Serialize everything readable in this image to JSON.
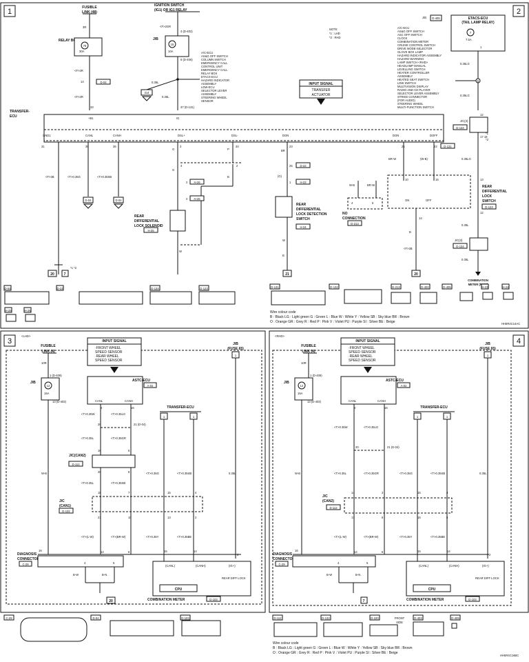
{
  "panels": {
    "p1": "1",
    "p2": "2",
    "p3": "3",
    "p4": "4"
  },
  "legend": {
    "title": "Wire colour code",
    "line1": "B : Black   LG : Light green   G : Green   L : Blue   W : White   Y : Yellow   SB : Sky blue   BR : Brown",
    "line2": "O : Orange   GR : Grey   R : Red   P : Pink   V : Violet   PU : Purple   SI : Silver   BE : Beige"
  },
  "top": {
    "fusible_link": "FUSIBLE",
    "fusible_link_id": "LINK (48)",
    "wire_3r": "3R",
    "relay_box": "RELAY BOX",
    "relay_fuse_no": "79",
    "relay_fuse_amp": "30A",
    "f2r_a": "<F>2R",
    "pin14": "14",
    "conn_d04": "D-04",
    "f2r_b": "<F>2R",
    "pin33": "33",
    "ignition_switch": "IGNITION SWITCH",
    "ignition_switch_sub": "(IG1) OR IG1 RELAY",
    "f2gr": "<F>2GR",
    "pin4_d402": "4 (D-402)",
    "jb": "J/B",
    "jb_fuse_no": "15",
    "jb_fuse_amp": "10A",
    "pin6_d406": "6 (D-406)",
    "wire_035l": "0.35L",
    "ground_314": "314",
    "wire_035l_b": "0.35L",
    "pin37_d131": "37 (D-131)",
    "ig_list": [
      "A/C-ECU",
      "AS&G OFF SWITCH",
      "COLUMN SWITCH",
      "EMERGENCY CALL",
      "CONTROL UNIT",
      "EMERGENCY CALL",
      "RELAY BOX",
      "ETACS-ECU",
      "HAZARD INDICATOR",
      "ASSEMBLY",
      "LDW-ECU",
      "SELECTOR LEVER",
      "ASSEMBLY",
      "STEERING WHEEL",
      "SENSOR",
      ""
    ],
    "note": {
      "title": "NOTE",
      "lhd": "*1 : LHD",
      "rhd": "*2 : RHD"
    },
    "input_signal": "INPUT SIGNAL",
    "transfer": "TRANSFER",
    "actuator": "ACTUATOR",
    "jb_r": "J/B",
    "conn_d405": "D-405",
    "etacs": "ETACS-ECU",
    "tail_lamp_relay": "(TAIL LAMP RELAY)",
    "etacs_fuse_no": "7",
    "etacs_fuse_amp": "7.5A",
    "pin1": "1",
    "wire_035lg": "0.35LG",
    "splice_5": "5",
    "wire_035lg_b": "0.35LG",
    "tail_list": [
      "A/C-ECU",
      "AS&G OFF SWITCH",
      "ASC OFF SWITCH",
      "CLOCK",
      "COMBINATION METER",
      "CRUISE CONTROL SWITCH",
      "DRIVE MODE-SELECTOR",
      "GLOVE BOX LAMP",
      "HAZARD INDICATOR ASSEMBLY",
      "HAZARD WARNING",
      "LAMP SWITCH <RHD>",
      "HEADLAMP MANUAL",
      "LEVELLING SWITCH",
      "HEATER CONTROLLER",
      "ASSEMBLY",
      "HEATED SEAT SWITCH",
      "LDW SWITCH",
      "MULTIVISION DISPLAY",
      "RADIO AND CD PLAYER",
      "SELECTOR LEVER ASSEMBLY",
      "STRIKE CONNECTOR",
      "(FOR AUDIO)",
      "STEERING WHEEL",
      "MULTI-FUNCTION SWITCH",
      ""
    ],
    "pin12": "12",
    "jc3": "J/C(3)",
    "conn_d134": "D-134",
    "pin17_19": "17  19",
    "note1": "*1",
    "note2": "*2",
    "wire_035lg_c": "0.35LG",
    "transfer_ecu": "TRANSFER-",
    "ecu": "ECU",
    "pin_b1": "+B1",
    "pin_ig": "IG",
    "ecu_pins": {
      "gnd": "GND1",
      "canl": "CANL",
      "canh": "CANH",
      "dsl_plus": "DSL+",
      "dsl_minus": "DSL-",
      "don": "DON",
      "don2": "DON",
      "doff": "DOFF"
    },
    "pin31": "31",
    "pin35": "35",
    "pin36": "36",
    "pin3": "3",
    "pin34": "34",
    "pin23": "23",
    "pin21": "21",
    "pin22": "22",
    "conn_d131": "D-131",
    "wire_f2b": "<F>2B",
    "wire_t035g": "<T>0.35G",
    "conn_d04b": "D-04",
    "wire_t035sb": "<T>0.35SB",
    "conn_d04c": "D-04",
    "wire_g": "G",
    "wire_g_b": "G",
    "wire_p": "P",
    "pin3b": "3",
    "pin2b": "2",
    "wire_b": "B",
    "pin2c": "2",
    "conn_h26": "H-26",
    "pin2d": "2",
    "conn_h25": "H-25",
    "rdl_sol_1": "REAR",
    "rdl_sol_2": "DIFFERENTIAL",
    "rdl_sol_3": "LOCK SOLENOID",
    "conn_h25b": "H-25",
    "wire_w": "W",
    "gnd_20": "20",
    "gnd_7": "7",
    "gnd_note": "*1 *2",
    "wire_br": "BR",
    "pin25": "25",
    "conn_d22": "D-22",
    "wire_g2": "(G)",
    "pin1b": "1",
    "conn_h23": "H-23",
    "rdl_det_1": "REAR",
    "rdl_det_2": "DIFFERENTIAL",
    "rdl_det_3": "LOCK DETECTION",
    "rdl_det_4": "SWITCH",
    "conn_h24": "H-24",
    "wire_w2": "W",
    "wire_b2": "B",
    "gnd_21": "21",
    "wire_brw": "BR-W",
    "wire_wb": "(W-B)",
    "pin10": "10",
    "pin15": "15",
    "on": "ON",
    "off": "OFF",
    "rdl_sw_1": "REAR",
    "rdl_sw_2": "DIFFERENTIAL",
    "rdl_sw_3": "LOCK",
    "rdl_sw_4": "SWITCH",
    "conn_d123": "D-123",
    "pin13": "13",
    "pin12b": "12",
    "wire_035l_c": "0.35L",
    "jc3b": "J/C(3)",
    "conn_d134b": "D-134",
    "wire_035l_d": "0.35L",
    "combo_meter": "COMBINATION",
    "combo_meter_pwm": "METER (PWM)",
    "wire_wb2": "W-B",
    "wire_brw2": "BR-W",
    "pin4n": "4",
    "pin5n": "5",
    "no_conn_1": "NO",
    "no_conn_2": "CONNECTION",
    "conn_d213": "D-213",
    "pin14b": "14",
    "wire_b3": "B",
    "f2b": "<F>2B",
    "gnd_20b": "20",
    "conn_thumbs": [
      "D-04",
      "D-22",
      "D-134",
      "D-123",
      "H-25",
      "H-26",
      "D-131",
      "D-132",
      "D-213",
      "D-402",
      "D-405",
      "H-23",
      "H-24"
    ],
    "fig_code": "HH5R4C14AC"
  },
  "lhd": {
    "tag": "<LHD>",
    "fusible": "FUSIBLE",
    "fusible_id": "LINK (4)",
    "wire_10r": "10R",
    "pin1_d409": "1 (D-409)",
    "jb": "J/B",
    "jb_fuse_no": "12",
    "jb_fuse_amp": "15A",
    "pin13_d403": "13 (D-403)",
    "wire_wb": "W-B",
    "pin16": "16",
    "input_signal": "INPUT SIGNAL",
    "sig": [
      "·FRONT WHEEL",
      "SPEED SENSOR",
      "·REAR WHEEL",
      "SPEED SENSOR"
    ],
    "astc": "ASTC-ECU",
    "conn_a02": "A-02",
    "canl": "CANL",
    "canh": "CANH",
    "pin4": "4",
    "pin16b": "16",
    "wire_t035w": "<T>0.35W",
    "wire_t035lg": "<T>0.35LG",
    "pin20": "20",
    "pin21_d04": "21 (D-04)",
    "wire_t035l": "<T>0.35L",
    "wire_t035gr": "<T>0.35GR",
    "jc_can2": "J/C(CAN2)",
    "conn_d112": "D-112",
    "pin16c": "16",
    "pin5": "5",
    "pin20b": "20",
    "pin8": "8",
    "wire_t035l_b": "<T>0.35L",
    "wire_t035sb": "<T>0.35SB",
    "jc_can1": "J/C",
    "jc_can1_b": "(CAN1)",
    "conn_d132": "D-132",
    "pin18": "18",
    "pin7": "7",
    "pin15": "15",
    "pin4b": "4",
    "pin21": "21",
    "pin10": "10",
    "pin13": "13",
    "pin2": "2",
    "wire_t035lw": "<T>(L-W)",
    "wire_t035brw": "<T>(BR-W)",
    "transfer_ecu": "TRANSFER-ECU",
    "tecu_1": "1",
    "tecu_2": "1",
    "wire_t035g": "<T>0.35G",
    "wire_t035sb_b": "<T>0.35SB",
    "wire_t035y": "<T>0.35Y",
    "wire_t035be": "<T>0.35BE",
    "jb2": "J/B",
    "jb2_fuse": "(FUSE 65)",
    "jb2_pin": "1",
    "wire_035l": "0.35L",
    "diag": "DIAGNOSIS",
    "diag_b": "CONNECTOR",
    "conn_c29": "C-29",
    "pin4d": "4",
    "pin5d": "5",
    "pin14d": "14",
    "pin6d": "6",
    "wire_bw": "B-W",
    "wire_bn": "B-N",
    "gnd_20": "20",
    "pin15m": "15",
    "pin14m": "14",
    "pin2m": "2",
    "can_l": "(CANL)",
    "can_h": "(CANH)",
    "ig_plus": "(IG+)",
    "rear_diff_lock": "REAR DIFF LOCK",
    "cpu": "CPU",
    "combo": "COMBINATION METER",
    "conn_d103": "D-103"
  },
  "rhd": {
    "tag": "<RHD>",
    "fusible": "FUSIBLE",
    "fusible_id": "LINK (4)",
    "wire_10r": "10R",
    "pin1_d409": "1 (D-409)",
    "jb": "J/B",
    "jb_fuse_no": "12",
    "jb_fuse_amp": "15A",
    "pin13_d403": "13 (D-403)",
    "wire_wb": "W-B",
    "pin16": "16",
    "input_signal": "INPUT SIGNAL",
    "sig": [
      "·FRONT WHEEL",
      "SPEED SENSOR",
      "·REAR WHEEL",
      "SPEED SENSOR"
    ],
    "astc": "ASTC-ECU",
    "conn_a02": "A-02",
    "canl": "CANL",
    "canh": "CANH",
    "pin4": "4",
    "pin16b": "16",
    "wire_t035w": "<T>0.35W",
    "wire_t035lg": "<T>0.35LG",
    "pin20": "20",
    "pin21_d04": "21 (D-04)",
    "wire_t035l": "<T>0.35L",
    "wire_t035gr": "<T>0.35GR",
    "jc": "J/C",
    "jc_b": "(CAN2)",
    "conn_d112": "D-112",
    "pin14": "14",
    "pin3": "3",
    "pin15": "15",
    "pin4b": "4",
    "pin17": "17",
    "pin6": "6",
    "pin16c": "16",
    "pin5": "5",
    "wire_t035lw": "<T>(L-W)",
    "wire_t035brw": "<T>(BR-W)",
    "transfer_ecu": "TRANSFER-ECU",
    "tecu_1": "1",
    "tecu_2": "1",
    "wire_t035g": "<T>0.35G",
    "wire_t035sb": "<T>0.35SB",
    "wire_t035y": "<T>0.35Y",
    "wire_t035be": "<T>0.35BE",
    "jb2": "J/B",
    "jb2_fuse": "(FUSE 65)",
    "jb2_pin": "1",
    "wire_035l": "0.35L",
    "diag": "DIAGNOSIS",
    "diag_b": "CONNECTOR",
    "conn_c29": "C-29",
    "pin4d": "4",
    "pin5d": "5",
    "pin14d": "14",
    "pin6d": "6",
    "wire_bw": "B-W",
    "wire_bn": "B-N",
    "gnd_7": "7",
    "pin15m": "15",
    "pin14m": "14",
    "pin2m": "2",
    "can_l": "(CANL)",
    "can_h": "(CANH)",
    "ig_plus": "(IG+)",
    "rear_diff_lock": "REAR DIFF LOCK",
    "cpu": "CPU",
    "combo": "COMBINATION METER",
    "conn_d103": "D-103"
  },
  "bottom": {
    "conn": [
      "C-29",
      "D-04",
      "D-103",
      "D-112",
      "D-132",
      "D-220",
      "D-403",
      "D-409"
    ],
    "front_side": "FRONT",
    "front_side_b": "SIDE",
    "fig_code": "HH5R4C16BC"
  }
}
